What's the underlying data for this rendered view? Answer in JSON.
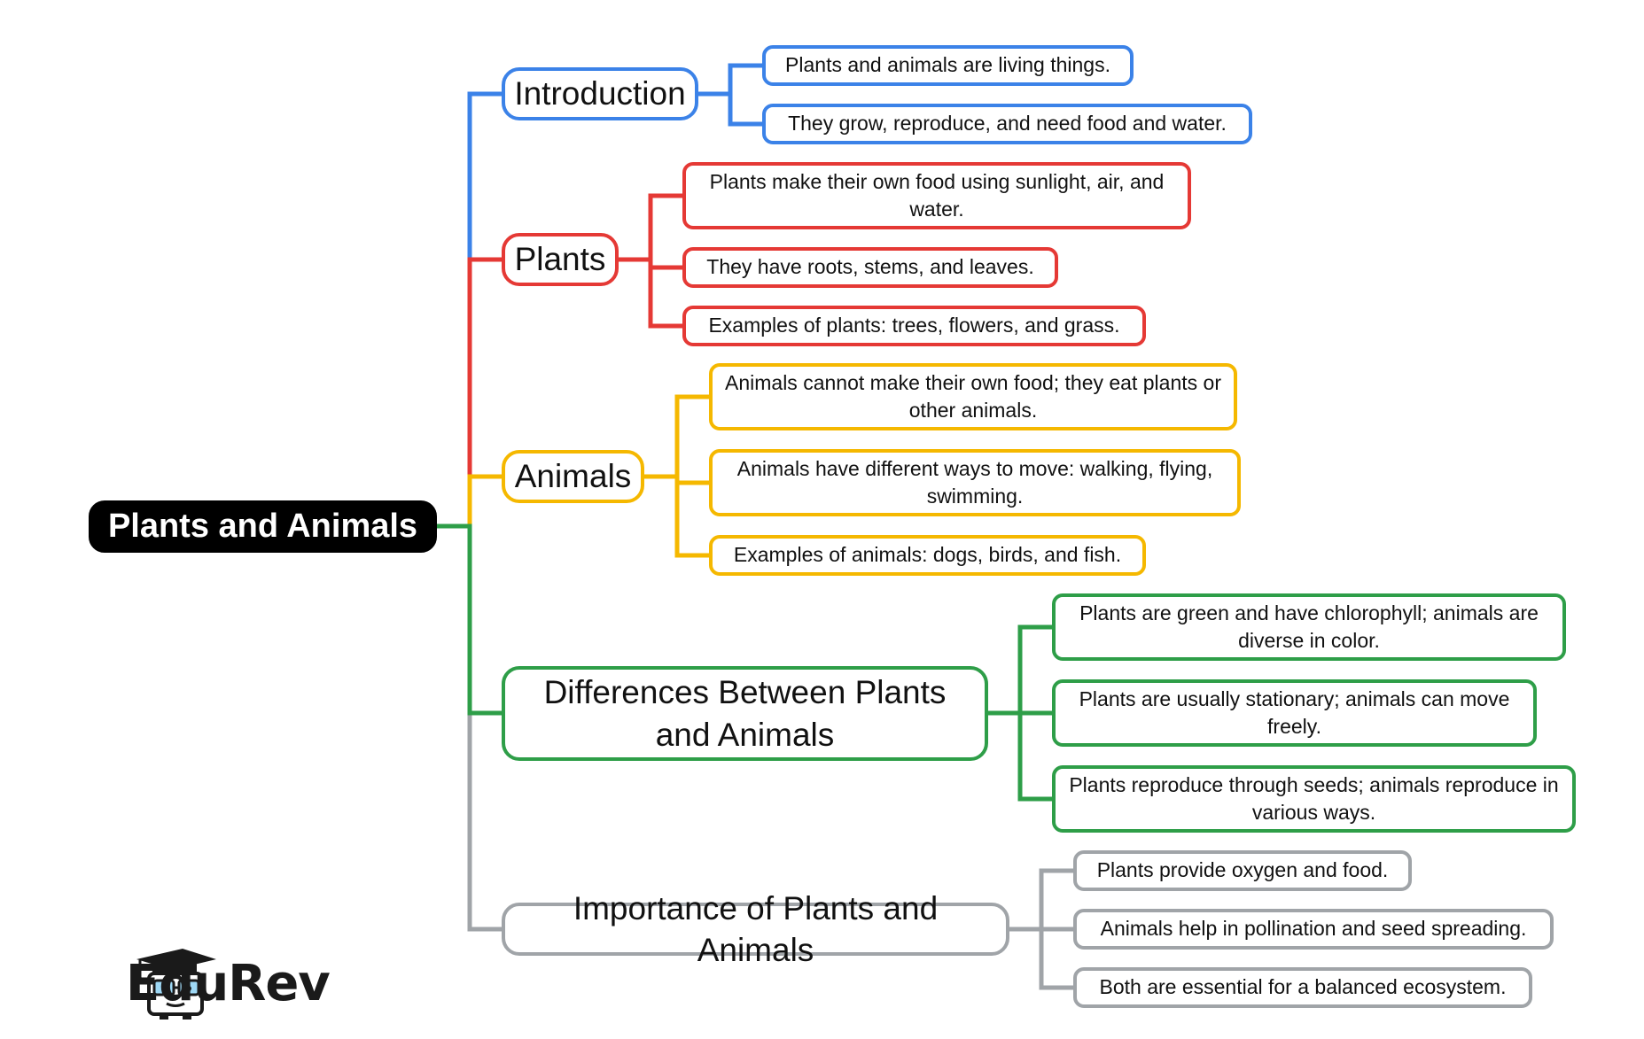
{
  "colors": {
    "root": "#000000",
    "introduction": "#3b82e8",
    "plants": "#e53935",
    "animals": "#f5b800",
    "differences": "#2e9e48",
    "importance": "#a0a4a8"
  },
  "root": {
    "label": "Plants and Animals"
  },
  "branches": [
    {
      "label": "Introduction",
      "color_key": "introduction",
      "leaves": [
        "Plants and animals are living things.",
        "They grow, reproduce, and need food and water."
      ]
    },
    {
      "label": "Plants",
      "color_key": "plants",
      "leaves": [
        "Plants make their own food using sunlight, air, and water.",
        "They have roots, stems, and leaves.",
        "Examples of plants: trees, flowers, and grass."
      ]
    },
    {
      "label": "Animals",
      "color_key": "animals",
      "leaves": [
        "Animals cannot make their own food; they eat plants or other animals.",
        "Animals have different ways to move: walking, flying, swimming.",
        "Examples of animals: dogs, birds, and fish."
      ]
    },
    {
      "label": "Differences Between Plants and Animals",
      "color_key": "differences",
      "leaves": [
        "Plants are green and have chlorophyll; animals are diverse in color.",
        "Plants are usually stationary; animals can move freely.",
        "Plants reproduce through seeds; animals reproduce in various ways."
      ]
    },
    {
      "label": "Importance of Plants and Animals",
      "color_key": "importance",
      "leaves": [
        "Plants provide oxygen and food.",
        "Animals help in pollination and seed spreading.",
        "Both are essential for a balanced ecosystem."
      ]
    }
  ],
  "logo": {
    "text": "EduRev",
    "icon": "graduation-cap-mascot-icon"
  }
}
